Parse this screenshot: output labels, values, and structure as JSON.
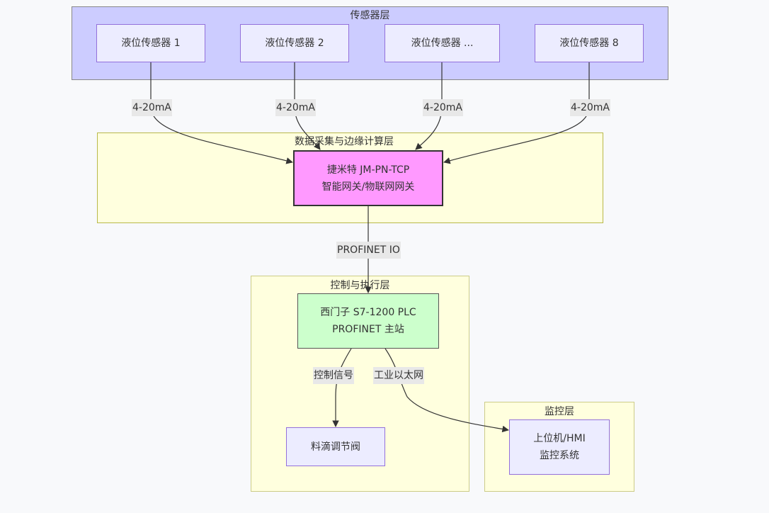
{
  "clusters": {
    "sensor_layer": "传感器层",
    "edge_layer": "数据采集与边缘计算层",
    "control_layer": "控制与执行层",
    "monitor_layer": "监控层"
  },
  "nodes": {
    "sensors": [
      {
        "label": "液位传感器 1"
      },
      {
        "label": "液位传感器 2"
      },
      {
        "label": "液位传感器 ..."
      },
      {
        "label": "液位传感器 8"
      }
    ],
    "gateway": {
      "line1": "捷米特 JM-PN-TCP",
      "line2": "智能网关/物联网网关",
      "color": "#ff99ff"
    },
    "plc": {
      "line1": "西门子 S7-1200 PLC",
      "line2": "PROFINET 主站",
      "color": "#ccffcc"
    },
    "valve": {
      "label": "料滴调节阀"
    },
    "hmi": {
      "line1": "上位机/HMI",
      "line2": "监控系统"
    }
  },
  "edges": {
    "sensor_links": [
      "4-20mA",
      "4-20mA",
      "4-20mA",
      "4-20mA"
    ],
    "gateway_to_plc": "PROFINET IO",
    "plc_to_valve": "控制信号",
    "plc_to_hmi": "工业以太网"
  }
}
